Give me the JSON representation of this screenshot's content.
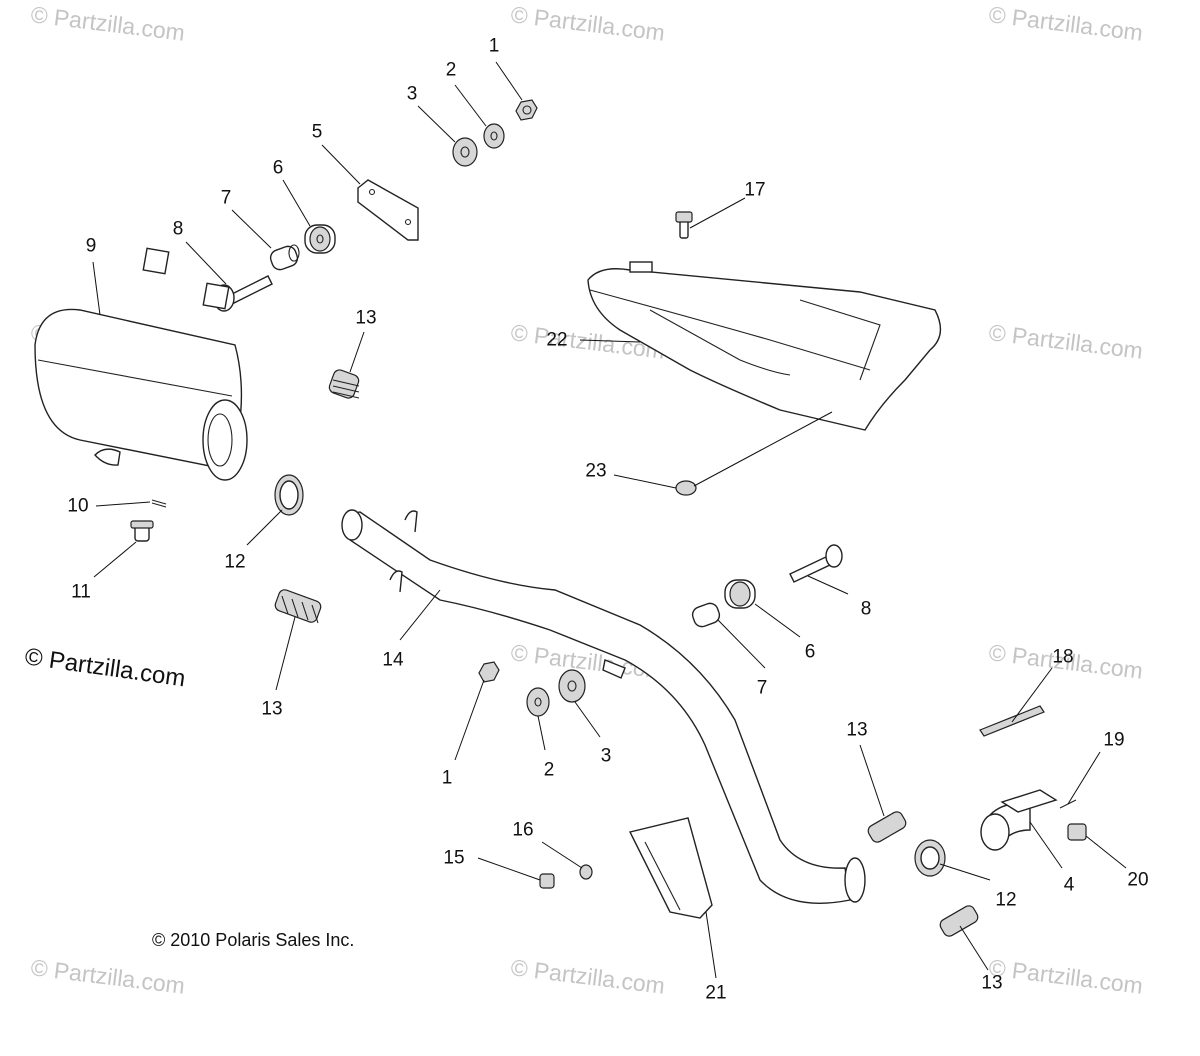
{
  "watermark_text": "© Partzilla.com",
  "logo_text": "© Partzilla.com",
  "copyright_text": "© 2010 Polaris Sales Inc.",
  "callouts": {
    "c1a": "1",
    "c2a": "2",
    "c3a": "3",
    "c5": "5",
    "c6a": "6",
    "c7a": "7",
    "c8a": "8",
    "c9": "9",
    "c17": "17",
    "c22": "22",
    "c13a": "13",
    "c23": "23",
    "c10": "10",
    "c11": "11",
    "c12a": "12",
    "c13b": "13",
    "c14": "14",
    "c8b": "8",
    "c6b": "6",
    "c7b": "7",
    "c1b": "1",
    "c2b": "2",
    "c3b": "3",
    "c13c": "13",
    "c18": "18",
    "c19": "19",
    "c4": "4",
    "c20": "20",
    "c12b": "12",
    "c15": "15",
    "c16": "16",
    "c21": "21",
    "c13d": "13"
  }
}
